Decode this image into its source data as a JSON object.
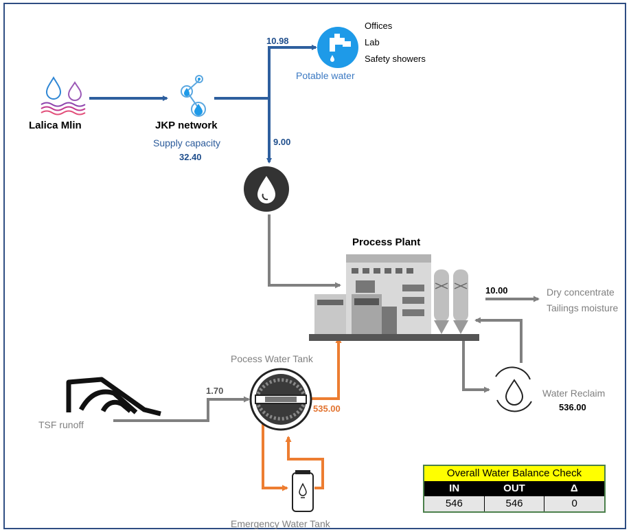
{
  "source": {
    "name": "Lalica Mlin"
  },
  "network": {
    "name": "JKP network",
    "capacity_label": "Supply capacity",
    "capacity_value": "32.40"
  },
  "potable": {
    "label": "Potable water",
    "flow": "10.98",
    "uses": [
      "Offices",
      "Lab",
      "Safety showers"
    ]
  },
  "raw_to_plant": {
    "flow": "9.00"
  },
  "plant": {
    "title": "Process Plant"
  },
  "outputs": {
    "flow": "10.00",
    "items": [
      "Dry concentrate",
      "Tailings moisture"
    ]
  },
  "reclaim": {
    "label": "Water Reclaim",
    "flow": "536.00"
  },
  "process_tank": {
    "label": "Pocess Water Tank",
    "flow_out": "535.00"
  },
  "tsf": {
    "label": "TSF runoff",
    "flow": "1.70"
  },
  "emergency_tank": {
    "label": "Emergency Water Tank"
  },
  "balance": {
    "title": "Overall Water Balance Check",
    "headers": [
      "IN",
      "OUT",
      "Δ"
    ],
    "values": [
      "546",
      "546",
      "0"
    ]
  },
  "colors": {
    "blue_pipe": "#2e5f9e",
    "gray_pipe": "#808080",
    "orange_pipe": "#ed7d31",
    "icon_blue": "#1e9ae8"
  }
}
